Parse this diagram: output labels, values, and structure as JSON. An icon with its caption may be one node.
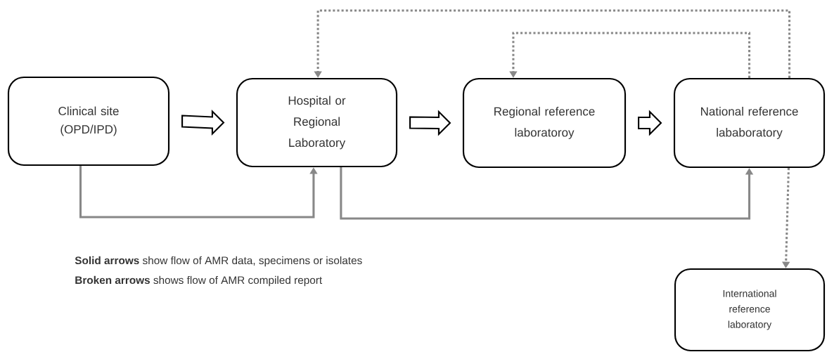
{
  "diagram": {
    "nodes": [
      {
        "text": [
          "Clinical site (OPD/IPD)"
        ]
      },
      {
        "text": [
          "Hospital or Regional Laboratory"
        ]
      },
      {
        "text": [
          "Regional reference laboratoroy"
        ]
      },
      {
        "text": [
          "National reference lababoratory"
        ]
      },
      {
        "text": [
          "International reference laboratory"
        ]
      }
    ],
    "edges": [
      {
        "from": 0,
        "to": 1,
        "arrow": "to",
        "style": "thick",
        "color": "#000000"
      },
      {
        "from": 1,
        "to": 2,
        "arrow": "to",
        "style": "thick",
        "color": "#000000"
      },
      {
        "from": 2,
        "to": 3,
        "arrow": "to",
        "style": "thick",
        "color": "#000000"
      },
      {
        "from": 0,
        "to": 1,
        "arrow": "to"
      },
      {
        "from": 1,
        "to": 3,
        "arrow": "to"
      },
      {
        "from": 3,
        "to": 1,
        "arrow": "to",
        "style": "dashed"
      },
      {
        "from": 3,
        "to": 2,
        "arrow": "to",
        "style": "dashed"
      },
      {
        "from": 3,
        "to": 4,
        "arrow": "to",
        "style": "dashed"
      }
    ],
    "labels": [
      "**Solid arrows** show flow of AMR data, specimens or isolates",
      "**Broken arrows** shows flow of AMR compiled report"
    ]
  }
}
